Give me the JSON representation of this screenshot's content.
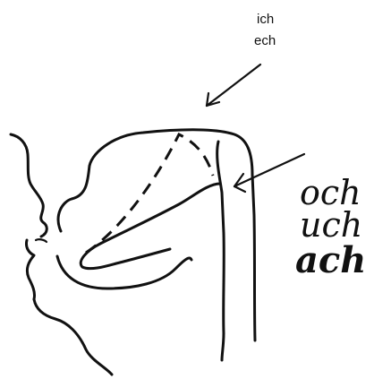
{
  "front_vowel_labels": [
    "ich",
    "ech"
  ],
  "back_vowel_labels": [
    "och",
    "uch",
    "ach"
  ],
  "colors": {
    "ink": "#111111",
    "background": "#ffffff"
  }
}
